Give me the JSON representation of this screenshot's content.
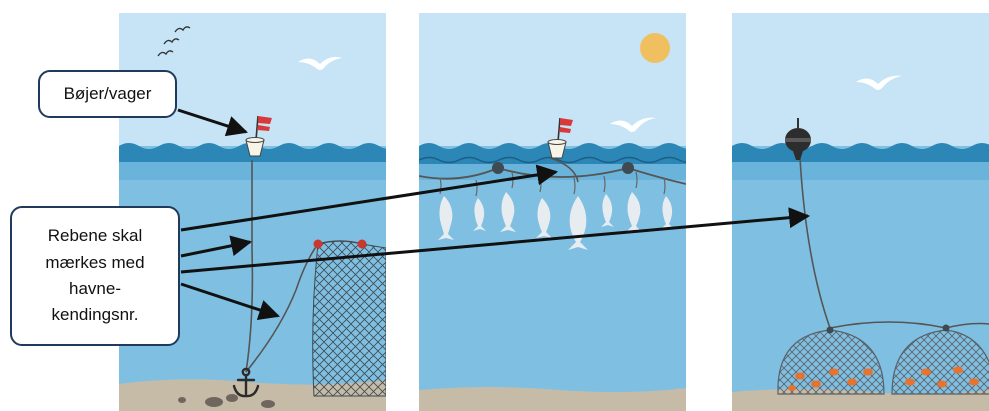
{
  "callouts": {
    "buoys": "Bøjer/vager",
    "ropes_lines": [
      "Rebene skal",
      "mærkes med",
      "havne-",
      "kendingsnr."
    ]
  },
  "panels": [
    {
      "name": "net-panel",
      "content": "anchored gill net with buoy and flag"
    },
    {
      "name": "fishing-line-panel",
      "content": "floating line with hanging fish and sun"
    },
    {
      "name": "crab-trap-panel",
      "content": "buoy rope to crab traps"
    }
  ],
  "colors": {
    "sky": "#c6e4f5",
    "water": "#7fc0e2",
    "wave": "#2c86b6",
    "seabed": "#c6bba7",
    "rope": "#555555",
    "arrow": "#111111",
    "callout_border": "#1f3a5a",
    "flag": "#d83a3a",
    "net_float": "#c63a30",
    "sun": "#f0c060",
    "crab": "#e8732e"
  }
}
